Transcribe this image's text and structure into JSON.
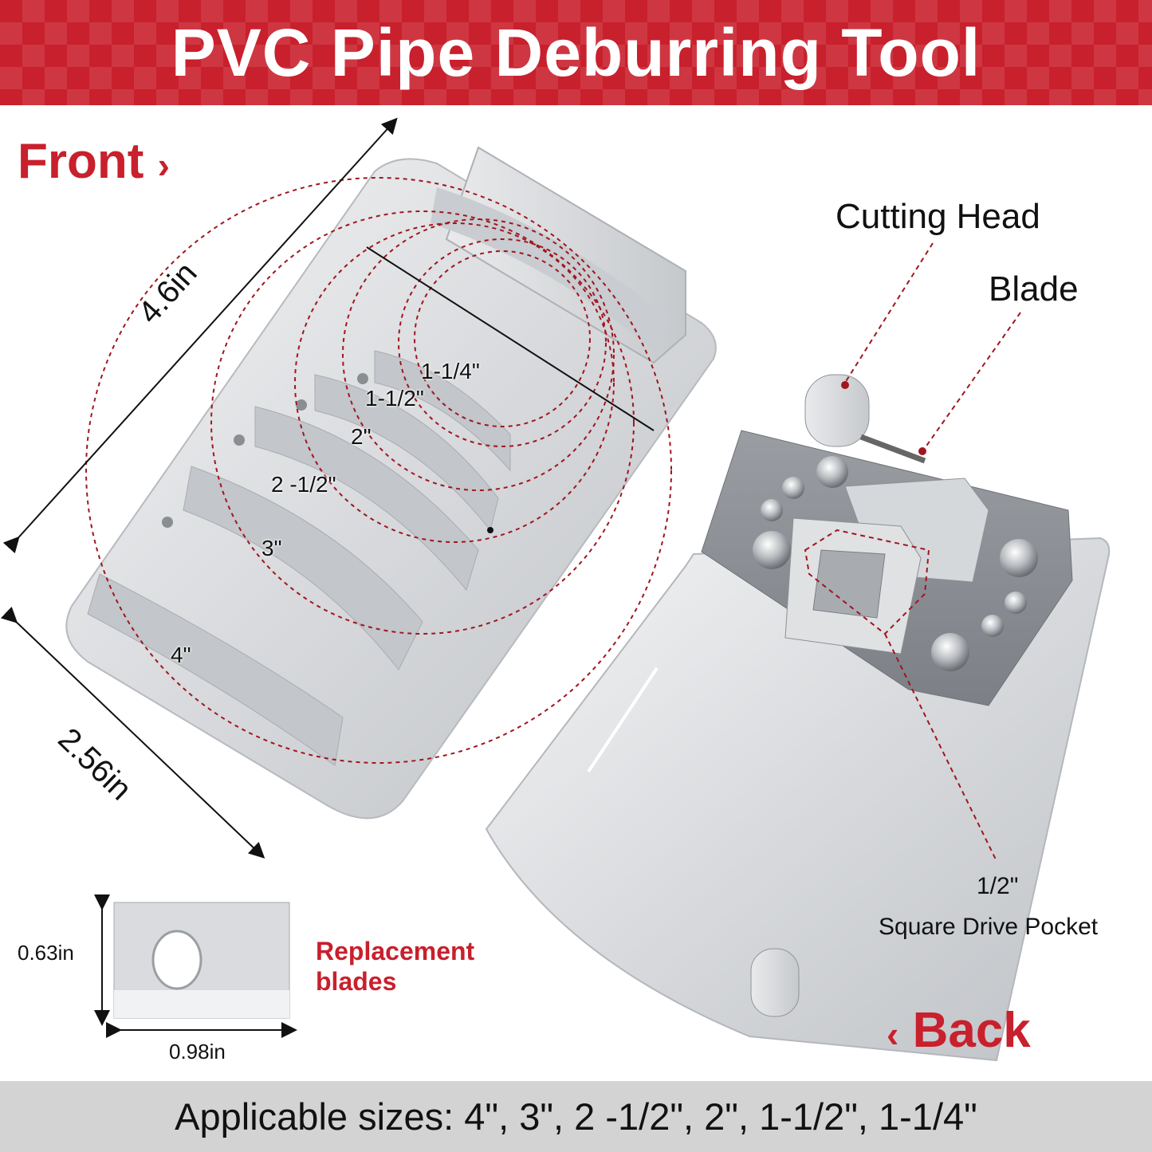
{
  "header": {
    "title": "PVC Pipe Deburring Tool",
    "color": "#c8202c"
  },
  "front": {
    "label": "Front",
    "arrow": "›"
  },
  "back": {
    "label": "Back",
    "arrow": "‹"
  },
  "callouts": {
    "cutting_head": "Cutting Head",
    "blade": "Blade",
    "drive_line1": "1/2\"",
    "drive_line2": "Square Drive Pocket"
  },
  "dimensions": {
    "length": "4.6in",
    "width": "2.56in",
    "blade_height": "0.63in",
    "blade_width": "0.98in"
  },
  "sizes": [
    "4\"",
    "3\"",
    "2 -1/2\"",
    "2\"",
    "1-1/2\"",
    "1-1/4\""
  ],
  "replacement": {
    "line1": "Replacement",
    "line2": "blades"
  },
  "footer": {
    "text": "Applicable sizes: 4\", 3\", 2 -1/2\", 2\", 1-1/2\", 1-1/4\""
  }
}
